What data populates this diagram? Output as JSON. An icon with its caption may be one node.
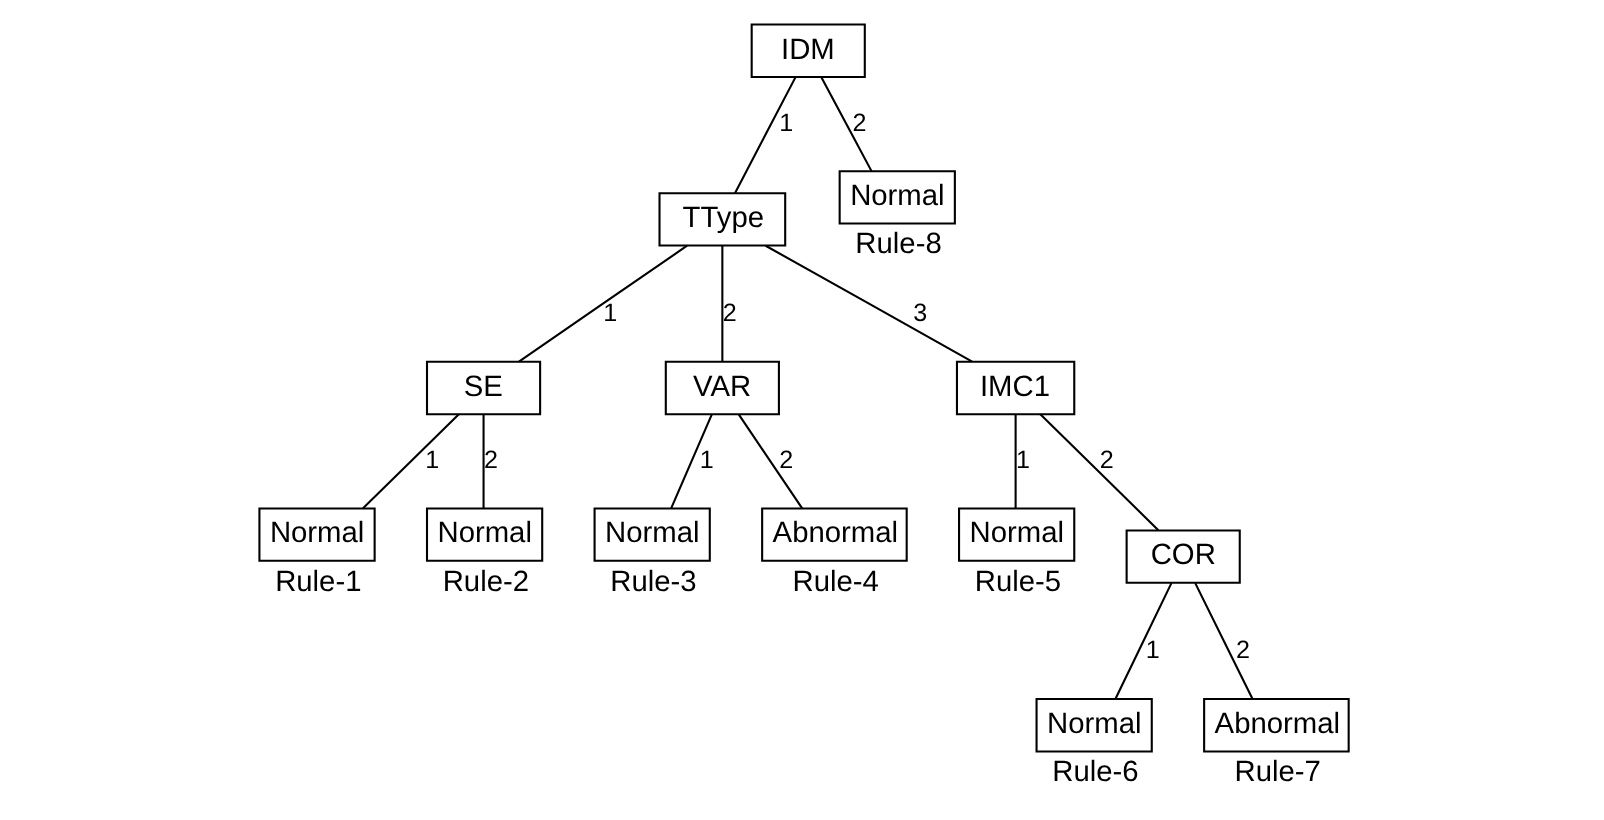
{
  "diagram": {
    "nodes": [
      {
        "text": [
          "IDM"
        ]
      },
      {
        "text": [
          "TType"
        ]
      },
      {
        "text": [
          "Normal"
        ],
        "beside": [
          "Rule-8"
        ]
      },
      {
        "text": [
          "SE"
        ]
      },
      {
        "text": [
          "VAR"
        ]
      },
      {
        "text": [
          "IMC1"
        ]
      },
      {
        "text": [
          "Normal"
        ],
        "beside": [
          "Rule-1"
        ]
      },
      {
        "text": [
          "Normal"
        ],
        "beside": [
          "Rule-2"
        ]
      },
      {
        "text": [
          "Normal"
        ],
        "beside": [
          "Rule-3"
        ]
      },
      {
        "text": [
          "Abnormal"
        ],
        "beside": [
          "Rule-4"
        ]
      },
      {
        "text": [
          "Normal"
        ],
        "beside": [
          "Rule-5"
        ]
      },
      {
        "text": [
          "COR"
        ]
      },
      {
        "text": [
          "Normal"
        ],
        "beside": [
          "Rule-6"
        ]
      },
      {
        "text": [
          "Abnormal"
        ],
        "beside": [
          "Rule-7"
        ]
      }
    ],
    "edges": [
      {
        "from": 0,
        "to": 1,
        "arrow": "none",
        "label": "1"
      },
      {
        "from": 0,
        "to": 2,
        "arrow": "none",
        "label": "2"
      },
      {
        "from": 1,
        "to": 3,
        "arrow": "none",
        "label": "1"
      },
      {
        "from": 1,
        "to": 4,
        "arrow": "none",
        "label": "2"
      },
      {
        "from": 1,
        "to": 5,
        "arrow": "none",
        "label": "3"
      },
      {
        "from": 3,
        "to": 6,
        "arrow": "none",
        "label": "1"
      },
      {
        "from": 3,
        "to": 7,
        "arrow": "none",
        "label": "2"
      },
      {
        "from": 4,
        "to": 8,
        "arrow": "none",
        "label": "1"
      },
      {
        "from": 4,
        "to": 9,
        "arrow": "none",
        "label": "2"
      },
      {
        "from": 5,
        "to": 10,
        "arrow": "none",
        "label": "1"
      },
      {
        "from": 5,
        "to": 11,
        "arrow": "none",
        "label": "2"
      },
      {
        "from": 11,
        "to": 12,
        "arrow": "none",
        "label": "1"
      },
      {
        "from": 11,
        "to": 13,
        "arrow": "none",
        "label": "2"
      }
    ]
  }
}
